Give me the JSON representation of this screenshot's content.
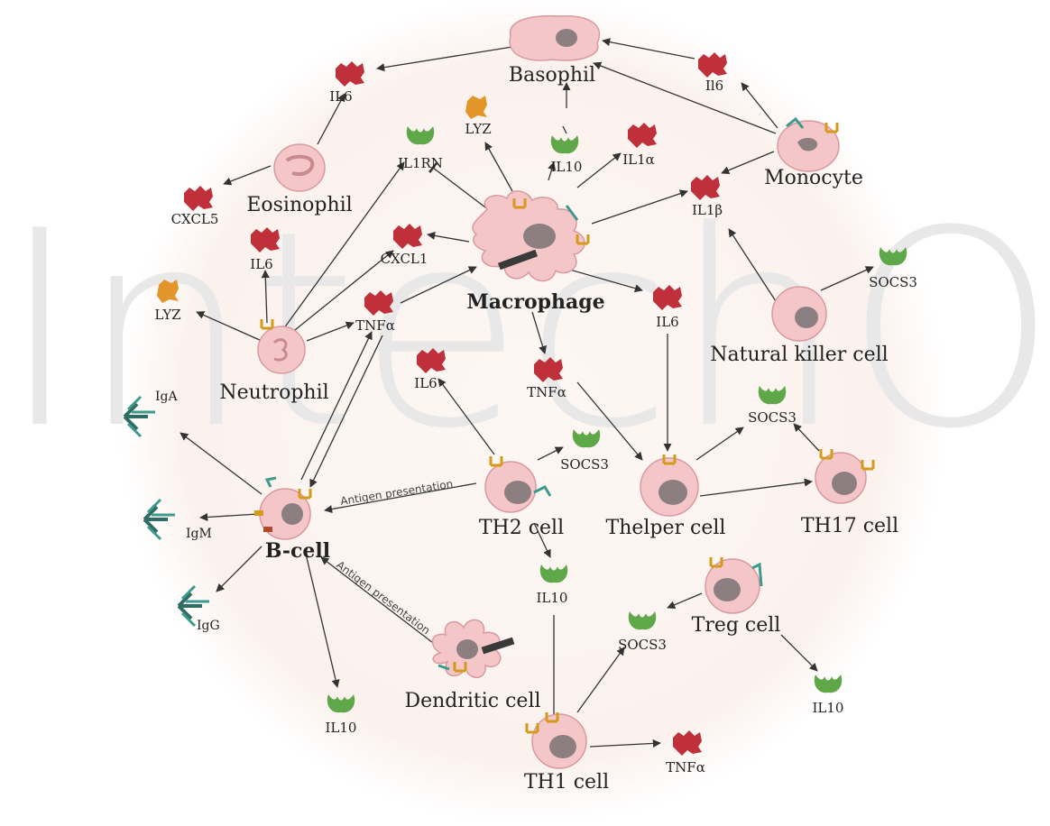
{
  "watermark": "IntechOpen",
  "cells": {
    "basophil": "Basophil",
    "monocyte": "Monocyte",
    "eosinophil": "Eosinophil",
    "macrophage": "Macrophage",
    "natural_killer": "Natural killer cell",
    "neutrophil": "Neutrophil",
    "th2": "TH2 cell",
    "thelper": "Thelper cell",
    "th17": "TH17 cell",
    "bcell": "B-cell",
    "dendritic": "Dendritic cell",
    "treg": "Treg cell",
    "th1": "TH1 cell"
  },
  "cytokines": {
    "il6_top": "IL6",
    "il6_mono": "Il6",
    "lyz_top": "LYZ",
    "il10_top": "IL10",
    "il1a": "IL1α",
    "il1rn": "IL1RN",
    "cxcl5": "CXCL5",
    "il1b": "IL1β",
    "il6_eos": "IL6",
    "cxcl1": "CXCL1",
    "socs3_nk": "SOCS3",
    "lyz_left": "LYZ",
    "tnfa_neut": "TNFα",
    "il6_mac": "IL6",
    "il6_th2": "IL6",
    "tnfa_mac": "TNFα",
    "socs3_th": "SOCS3",
    "socs3_th2": "SOCS3",
    "il10_th2": "IL10",
    "socs3_treg": "SOCS3",
    "il10_treg": "IL10",
    "il10_b": "IL10",
    "tnfa_th1": "TNFα"
  },
  "antibodies": {
    "iga": "IgA",
    "igm": "IgM",
    "igg": "IgG"
  },
  "edge_labels": {
    "antigen_th2": "Antigen presentation",
    "antigen_dc": "Antigen presentation"
  }
}
